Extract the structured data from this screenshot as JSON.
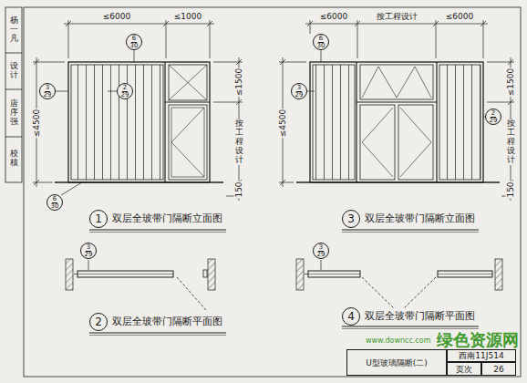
{
  "diagram": {
    "nodes": [
      {
        "text": [
          "6",
          "30"
        ]
      },
      {
        "text": [
          "3",
          "29"
        ]
      },
      {
        "text": [
          "2",
          "29"
        ]
      },
      {
        "text": [
          "6",
          "30"
        ]
      },
      {
        "text": [
          "1"
        ]
      },
      {
        "text": [
          "3",
          "29"
        ]
      },
      {
        "text": [
          "2"
        ]
      },
      {
        "text": [
          "6",
          "30"
        ]
      },
      {
        "text": [
          "3",
          "29"
        ]
      },
      {
        "text": [
          "2",
          "29"
        ]
      },
      {
        "text": [
          "3"
        ]
      },
      {
        "text": [
          "3",
          "29"
        ]
      },
      {
        "text": [
          "4"
        ]
      },
      {
        "text": [
          "U型玻璃隔断(二)"
        ]
      },
      {
        "text": [
          "西南11J514"
        ]
      },
      {
        "text": [
          "页次"
        ]
      },
      {
        "text": [
          "26"
        ]
      }
    ],
    "labels": [
      "≤6000",
      "≤1000",
      "≤1500",
      "≤4500",
      "按工程设计",
      "150",
      "双层全玻带门隔断立面图",
      "双层全玻带门隔断平面图",
      "≤6000",
      "按工程设计",
      "≤6000",
      "≤1500",
      "≤4500",
      "按工程设计",
      "150",
      "双层全玻带门隔断立面图",
      "双层全玻带门隔断平面图",
      "校核",
      "唐序强",
      "设计",
      "杨一凡",
      "绿色资源网",
      "www.downcc.com"
    ]
  }
}
